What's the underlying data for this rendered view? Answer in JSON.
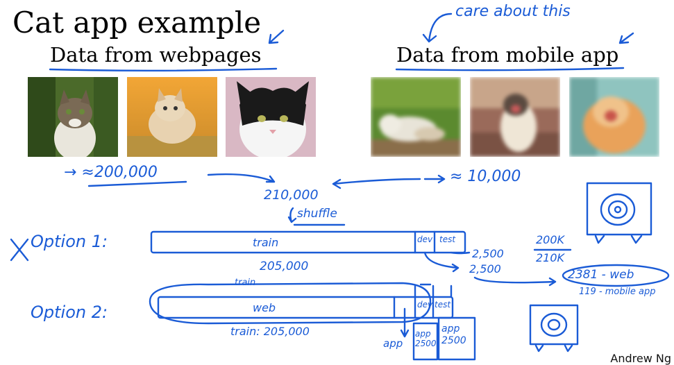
{
  "title": "Cat app example",
  "web_heading": "Data from webpages",
  "mobile_heading": "Data from mobile app",
  "care_note": "care about this",
  "web_count": "→ ≈200,000",
  "mobile_count": "≈ 10,000",
  "total_count": "210,000",
  "shuffle": "shuffle",
  "option1": {
    "label": "Option 1:",
    "mark": "X",
    "train": "train",
    "dev": "dev",
    "test": "test",
    "train_size": "205,000",
    "dev_size": "2,500",
    "test_size": "2,500",
    "ratio_top": "200K",
    "ratio_bottom": "210K",
    "web_in_test": "2381 - web",
    "mobile_in_test": "119 - mobile app"
  },
  "option2": {
    "label": "Option 2:",
    "train_note": "train",
    "web": "web",
    "dev": "dev",
    "test": "test",
    "train_size": "train: 205,000",
    "app": "app",
    "app_dev": "app 2500",
    "app_test": "app 2500"
  },
  "credit": "Andrew Ng",
  "colors": {
    "ink": "#1a5bd6",
    "text": "#000000"
  }
}
